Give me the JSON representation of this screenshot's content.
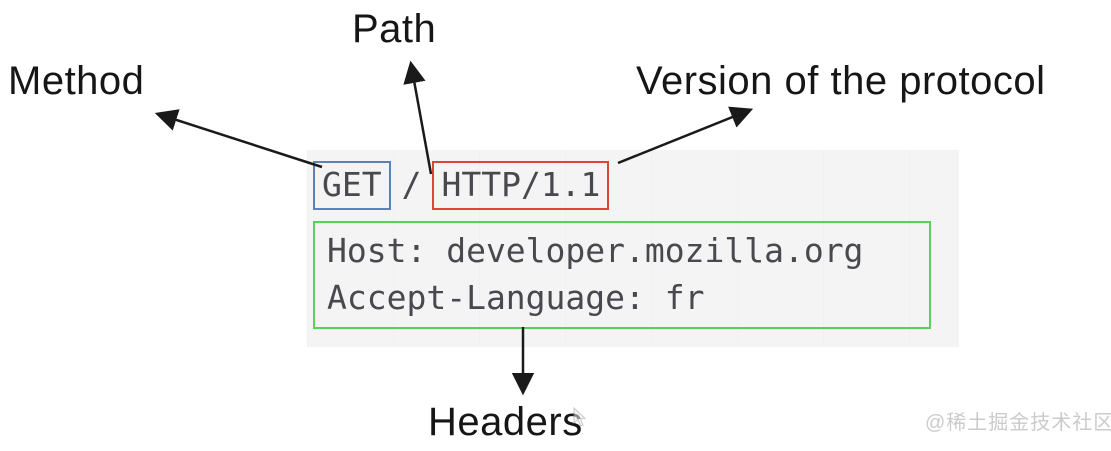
{
  "diagram": {
    "labels": {
      "method": "Method",
      "path": "Path",
      "version": "Version of the protocol",
      "headers": "Headers"
    },
    "request": {
      "method": "GET",
      "path": "/",
      "version": "HTTP/1.1",
      "header_lines": [
        "Host: developer.mozilla.org",
        "Accept-Language: fr"
      ]
    },
    "colors": {
      "method_box_border": "#5b81b8",
      "version_box_border": "#dd4633",
      "headers_box_border": "#57d257",
      "code_text": "#48484e",
      "panel_background": "#f4f4f5",
      "label_text": "#161616",
      "arrow": "#1a1a1a",
      "watermark": "#cbcbcb"
    },
    "watermark": "@稀土掘金技术社区"
  }
}
